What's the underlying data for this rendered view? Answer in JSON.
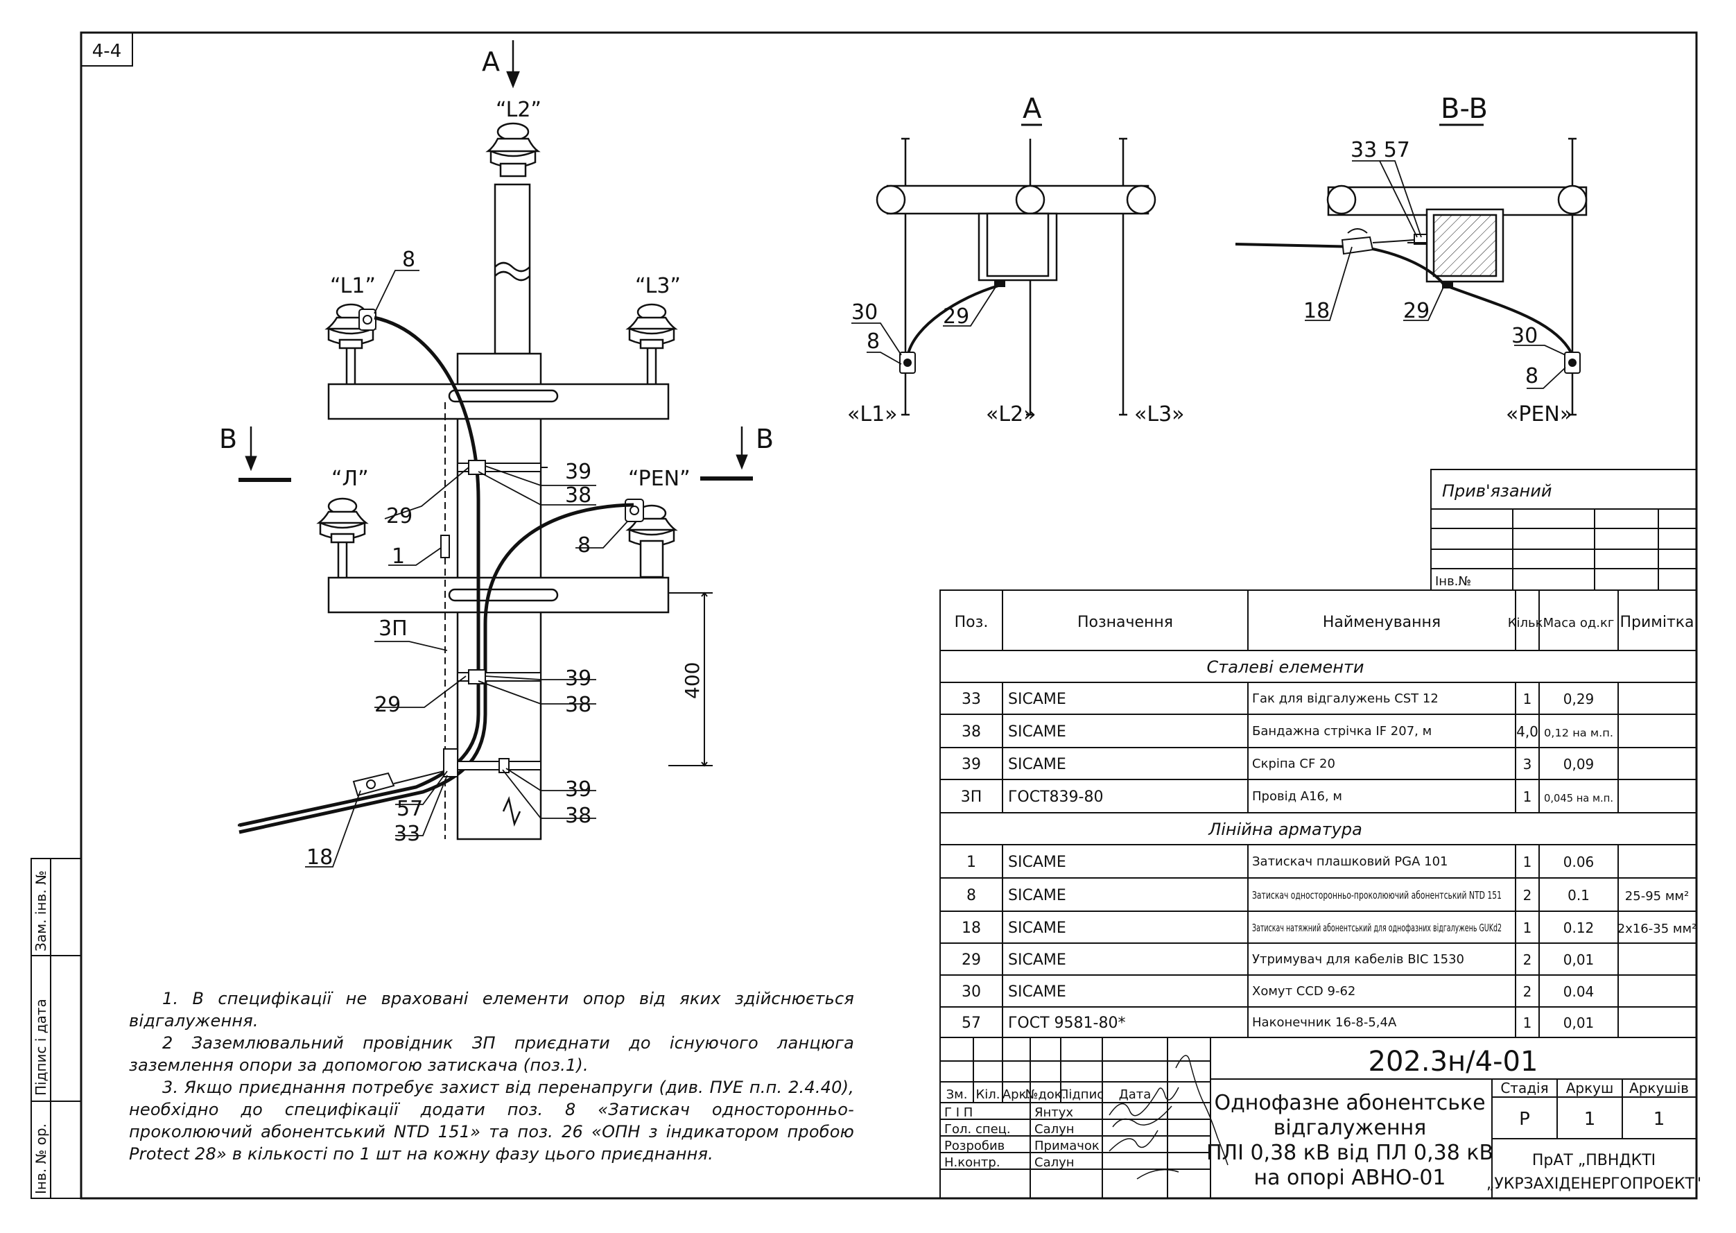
{
  "sheet_tag": "4-4",
  "elevation": {
    "view_a_marker": "A",
    "section_b_left": "B",
    "section_b_right": "B",
    "phase_l2": "“L2”",
    "phase_l1": "“L1”",
    "phase_l3": "“L3”",
    "phase_l": "“Л”",
    "phase_pen": "“PEN”",
    "dim_400": "400",
    "label_8_top": "8",
    "label_8_pen": "8",
    "label_39_a": "39",
    "label_38_a": "38",
    "label_29_a": "29",
    "label_1": "1",
    "label_3p": "3П",
    "label_39_b": "39",
    "label_38_b": "38",
    "label_29_b": "29",
    "label_39_c": "39",
    "label_38_c": "38",
    "label_57": "57",
    "label_33": "33",
    "label_18": "18"
  },
  "view_a": {
    "title": "A",
    "label_30": "30",
    "label_8": "8",
    "label_29": "29",
    "phase_l1": "«L1»",
    "phase_l2": "«L2»",
    "phase_l3": "«L3»"
  },
  "view_bb": {
    "title": "B-B",
    "label_33_57": "33 57",
    "label_18": "18",
    "label_29": "29",
    "label_30": "30",
    "label_8": "8",
    "phase_pen": "«PEN»"
  },
  "linked_block": {
    "title": "Прив'язаний",
    "inv_no": "Інв.№"
  },
  "left_stamp": {
    "zam_inv": "Зам. інв. №",
    "signature_date": "Підпис і дата",
    "inv_orig": "Інв. № ор."
  },
  "spec": {
    "headers": {
      "pos": "Поз.",
      "designation": "Позначення",
      "name": "Найменування",
      "qty": "Кільк.",
      "mass": "Маса од.кг",
      "note": "Примітка"
    },
    "section_steel": "Сталеві елементи",
    "section_line": "Лінійна арматура",
    "steel_rows": [
      {
        "pos": "33",
        "designation": "SICAME",
        "name": "Гак для відгалужень CST 12",
        "qty": "1",
        "mass": "0,29",
        "note": ""
      },
      {
        "pos": "38",
        "designation": "SICAME",
        "name": "Бандажна стрічка IF 207, м",
        "qty": "4,0",
        "mass": "0,12 на м.п.",
        "note": ""
      },
      {
        "pos": "39",
        "designation": "SICAME",
        "name": "Скріпа CF 20",
        "qty": "3",
        "mass": "0,09",
        "note": ""
      },
      {
        "pos": "3П",
        "designation": "ГОСТ839-80",
        "name": "Провід А16, м",
        "qty": "1",
        "mass": "0,045 на м.п.",
        "note": ""
      }
    ],
    "line_rows": [
      {
        "pos": "1",
        "designation": "SICAME",
        "name": "Затискач плашковий PGA 101",
        "qty": "1",
        "mass": "0.06",
        "note": ""
      },
      {
        "pos": "8",
        "designation": "SICAME",
        "name": "Затискач односторонньо-проколюючий абонентський NTD 151",
        "qty": "2",
        "mass": "0.1",
        "note": "25-95 мм²"
      },
      {
        "pos": "18",
        "designation": "SICAME",
        "name": "Затискач натяжний абонентський для однофазних відгалужень GUKd2",
        "qty": "1",
        "mass": "0.12",
        "note": "2х16-35 мм²"
      },
      {
        "pos": "29",
        "designation": "SICAME",
        "name": "Утримувач для кабелів BIC 1530",
        "qty": "2",
        "mass": "0,01",
        "note": ""
      },
      {
        "pos": "30",
        "designation": "SICAME",
        "name": "Хомут CCD 9-62",
        "qty": "2",
        "mass": "0.04",
        "note": ""
      },
      {
        "pos": "57",
        "designation": "ГОСТ 9581-80*",
        "name": "Наконечник 16-8-5,4А",
        "qty": "1",
        "mass": "0,01",
        "note": ""
      }
    ]
  },
  "title_block": {
    "doc_code": "202.3н/4-01",
    "rev_headers": [
      "Зм.",
      "Кіл.",
      "Арк.",
      "№док.",
      "Підпис",
      "Дата"
    ],
    "roles": [
      {
        "role": "Г І П",
        "name": "Янтух"
      },
      {
        "role": "Гол. спец.",
        "name": "Салун"
      },
      {
        "role": "Розробив",
        "name": "Примачок"
      },
      {
        "role": "Н.контр.",
        "name": "Салун"
      }
    ],
    "title_lines": [
      "Однофазне абонентське",
      "відгалуження",
      "ПЛІ 0,38 кВ від ПЛ 0,38 кВ",
      "на опорі АВНО-01"
    ],
    "stage_label": "Стадія",
    "sheet_label": "Аркуш",
    "sheets_label": "Аркушів",
    "stage": "Р",
    "sheet": "1",
    "sheets": "1",
    "org_line1": "ПрАТ „ПВНДКТІ",
    "org_line2": "„УКРЗАХІДЕНЕРГОПРОЕКТ\""
  },
  "notes": [
    "1. В специфікації не враховані елементи опор від яких здійснюється відгалуження.",
    "2 Заземлювальний провідник ЗП приєднати до існуючого ланцюга заземлення опори за допомогою затискача (поз.1).",
    "3. Якщо приєднання потребує захист від перенапруги (див. ПУЕ п.п. 2.4.40), необхідно до специфікації додати поз. 8 «Затискач односторонньо-проколюючий абонентський NTD 151» та поз. 26 «ОПН з індикатором пробою Protect 28» в кількості по 1 шт на кожну фазу цього приєднання."
  ]
}
